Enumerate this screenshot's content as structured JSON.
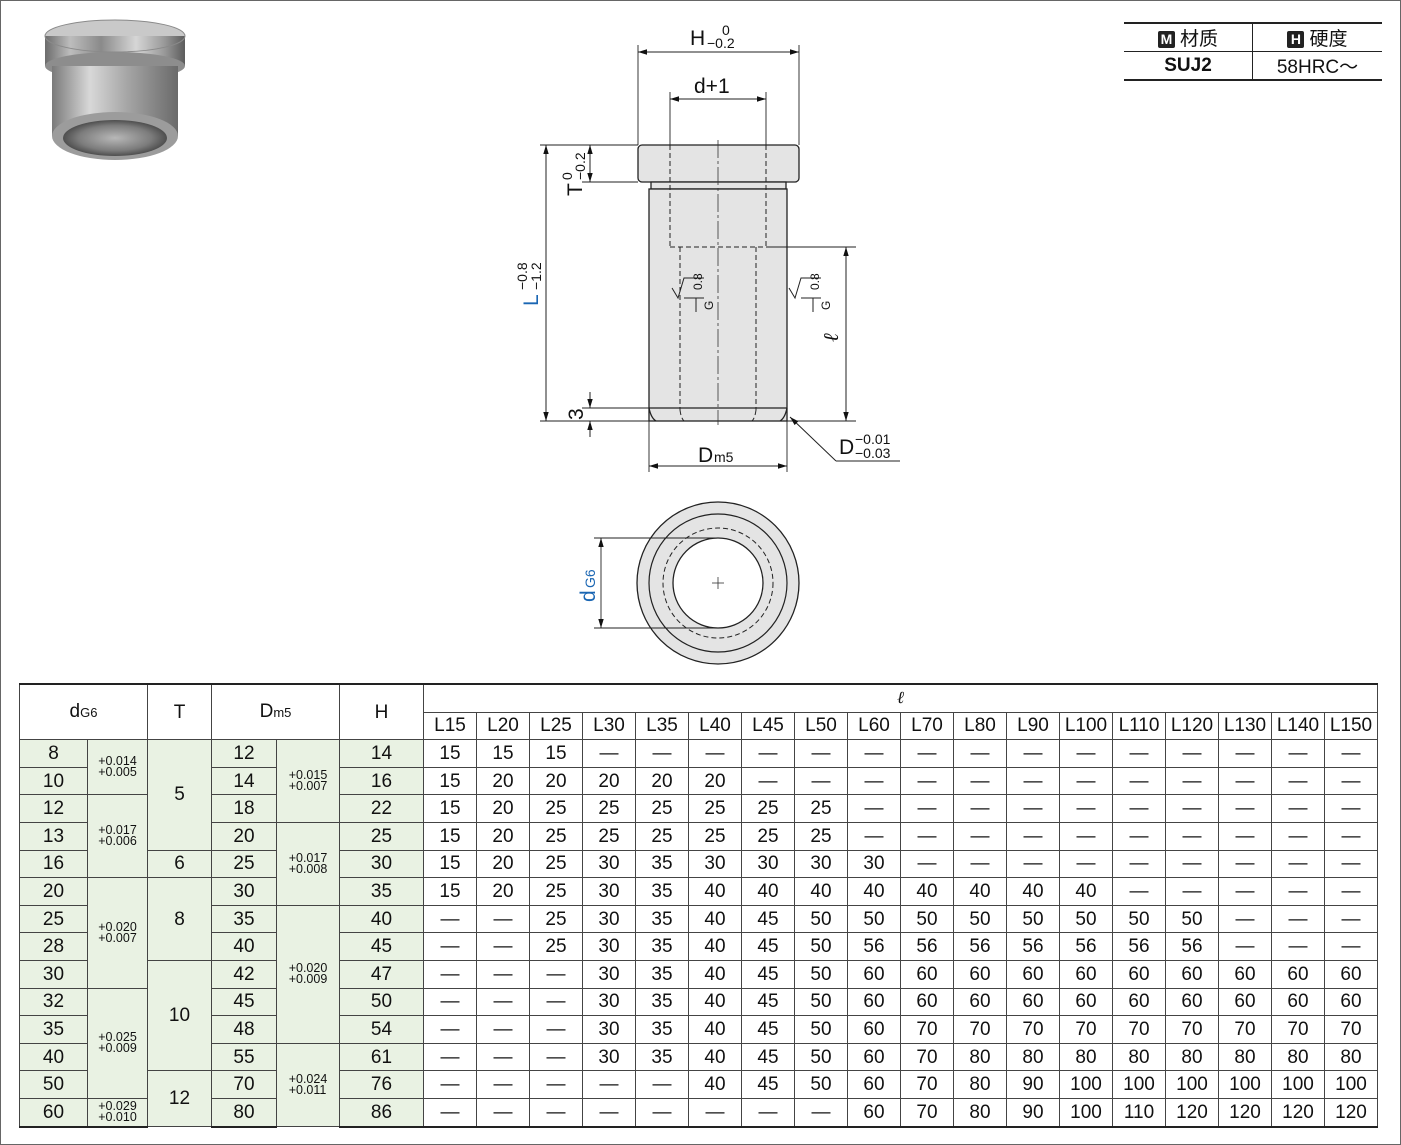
{
  "material": {
    "header": [
      {
        "badge": "M",
        "label": "材质"
      },
      {
        "badge": "H",
        "label": "硬度"
      }
    ],
    "values": [
      "SUJ2",
      "58HRC～"
    ]
  },
  "drawing": {
    "dim_H": "H",
    "dim_H_tol_upper": "0",
    "dim_H_tol_lower": "−0.2",
    "dim_d1": "d+1",
    "dim_T": "T",
    "dim_T_tol_upper": "0",
    "dim_T_tol_lower": "−0.2",
    "dim_L": "L",
    "dim_L_tol_upper": "−0.8",
    "dim_L_tol_lower": "−1.2",
    "dim_ell": "ℓ",
    "dim_3": "3",
    "dim_D": "D",
    "dim_D_sub": "m5",
    "dim_Dcall": "D",
    "dim_Dcall_tol_upper": "−0.01",
    "dim_Dcall_tol_lower": "−0.03",
    "dim_d": "d",
    "dim_d_sub": "G6",
    "finish_value": "0.8",
    "finish_grade": "G"
  },
  "table": {
    "h_d": "d",
    "h_d_sub": "G6",
    "h_T": "T",
    "h_D": "D",
    "h_D_sub": "m5",
    "h_H": "H",
    "h_ell": "ℓ",
    "L_cols": [
      "L15",
      "L20",
      "L25",
      "L30",
      "L35",
      "L40",
      "L45",
      "L50",
      "L60",
      "L70",
      "L80",
      "L90",
      "L100",
      "L110",
      "L120",
      "L130",
      "L140",
      "L150"
    ],
    "d": [
      "8",
      "10",
      "12",
      "13",
      "16",
      "20",
      "25",
      "28",
      "30",
      "32",
      "35",
      "40",
      "50",
      "60"
    ],
    "d_tol": [
      {
        "row": 0,
        "span": 2,
        "upper": "+0.014",
        "lower": "+0.005"
      },
      {
        "row": 2,
        "span": 3,
        "upper": "+0.017",
        "lower": "+0.006"
      },
      {
        "row": 5,
        "span": 4,
        "upper": "+0.020",
        "lower": "+0.007"
      },
      {
        "row": 9,
        "span": 4,
        "upper": "+0.025",
        "lower": "+0.009"
      },
      {
        "row": 13,
        "span": 1,
        "upper": "+0.029",
        "lower": "+0.010"
      }
    ],
    "T": [
      {
        "row": 0,
        "span": 4,
        "value": "5"
      },
      {
        "row": 4,
        "span": 1,
        "value": "6"
      },
      {
        "row": 5,
        "span": 3,
        "value": "8"
      },
      {
        "row": 8,
        "span": 4,
        "value": "10"
      },
      {
        "row": 12,
        "span": 2,
        "value": "12"
      }
    ],
    "D": [
      "12",
      "14",
      "18",
      "20",
      "25",
      "30",
      "35",
      "40",
      "42",
      "45",
      "48",
      "55",
      "70",
      "80"
    ],
    "D_tol": [
      {
        "row": 0,
        "span": 3,
        "upper": "+0.015",
        "lower": "+0.007"
      },
      {
        "row": 3,
        "span": 3,
        "upper": "+0.017",
        "lower": "+0.008"
      },
      {
        "row": 6,
        "span": 5,
        "upper": "+0.020",
        "lower": "+0.009"
      },
      {
        "row": 11,
        "span": 3,
        "upper": "+0.024",
        "lower": "+0.011"
      }
    ],
    "H": [
      "14",
      "16",
      "22",
      "25",
      "30",
      "35",
      "40",
      "45",
      "47",
      "50",
      "54",
      "61",
      "76",
      "86"
    ],
    "ell": [
      [
        "15",
        "15",
        "15",
        "—",
        "—",
        "—",
        "—",
        "—",
        "—",
        "—",
        "—",
        "—",
        "—",
        "—",
        "—",
        "—",
        "—",
        "—"
      ],
      [
        "15",
        "20",
        "20",
        "20",
        "20",
        "20",
        "—",
        "—",
        "—",
        "—",
        "—",
        "—",
        "—",
        "—",
        "—",
        "—",
        "—",
        "—"
      ],
      [
        "15",
        "20",
        "25",
        "25",
        "25",
        "25",
        "25",
        "25",
        "—",
        "—",
        "—",
        "—",
        "—",
        "—",
        "—",
        "—",
        "—",
        "—"
      ],
      [
        "15",
        "20",
        "25",
        "25",
        "25",
        "25",
        "25",
        "25",
        "—",
        "—",
        "—",
        "—",
        "—",
        "—",
        "—",
        "—",
        "—",
        "—"
      ],
      [
        "15",
        "20",
        "25",
        "30",
        "35",
        "30",
        "30",
        "30",
        "30",
        "—",
        "—",
        "—",
        "—",
        "—",
        "—",
        "—",
        "—",
        "—"
      ],
      [
        "15",
        "20",
        "25",
        "30",
        "35",
        "40",
        "40",
        "40",
        "40",
        "40",
        "40",
        "40",
        "40",
        "—",
        "—",
        "—",
        "—",
        "—"
      ],
      [
        "—",
        "—",
        "25",
        "30",
        "35",
        "40",
        "45",
        "50",
        "50",
        "50",
        "50",
        "50",
        "50",
        "50",
        "50",
        "—",
        "—",
        "—"
      ],
      [
        "—",
        "—",
        "25",
        "30",
        "35",
        "40",
        "45",
        "50",
        "56",
        "56",
        "56",
        "56",
        "56",
        "56",
        "56",
        "—",
        "—",
        "—"
      ],
      [
        "—",
        "—",
        "—",
        "30",
        "35",
        "40",
        "45",
        "50",
        "60",
        "60",
        "60",
        "60",
        "60",
        "60",
        "60",
        "60",
        "60",
        "60"
      ],
      [
        "—",
        "—",
        "—",
        "30",
        "35",
        "40",
        "45",
        "50",
        "60",
        "60",
        "60",
        "60",
        "60",
        "60",
        "60",
        "60",
        "60",
        "60"
      ],
      [
        "—",
        "—",
        "—",
        "30",
        "35",
        "40",
        "45",
        "50",
        "60",
        "70",
        "70",
        "70",
        "70",
        "70",
        "70",
        "70",
        "70",
        "70"
      ],
      [
        "—",
        "—",
        "—",
        "30",
        "35",
        "40",
        "45",
        "50",
        "60",
        "70",
        "80",
        "80",
        "80",
        "80",
        "80",
        "80",
        "80",
        "80"
      ],
      [
        "—",
        "—",
        "—",
        "—",
        "—",
        "40",
        "45",
        "50",
        "60",
        "70",
        "80",
        "90",
        "100",
        "100",
        "100",
        "100",
        "100",
        "100"
      ],
      [
        "—",
        "—",
        "—",
        "—",
        "—",
        "—",
        "—",
        "—",
        "60",
        "70",
        "80",
        "90",
        "100",
        "110",
        "120",
        "120",
        "120",
        "120"
      ]
    ]
  }
}
